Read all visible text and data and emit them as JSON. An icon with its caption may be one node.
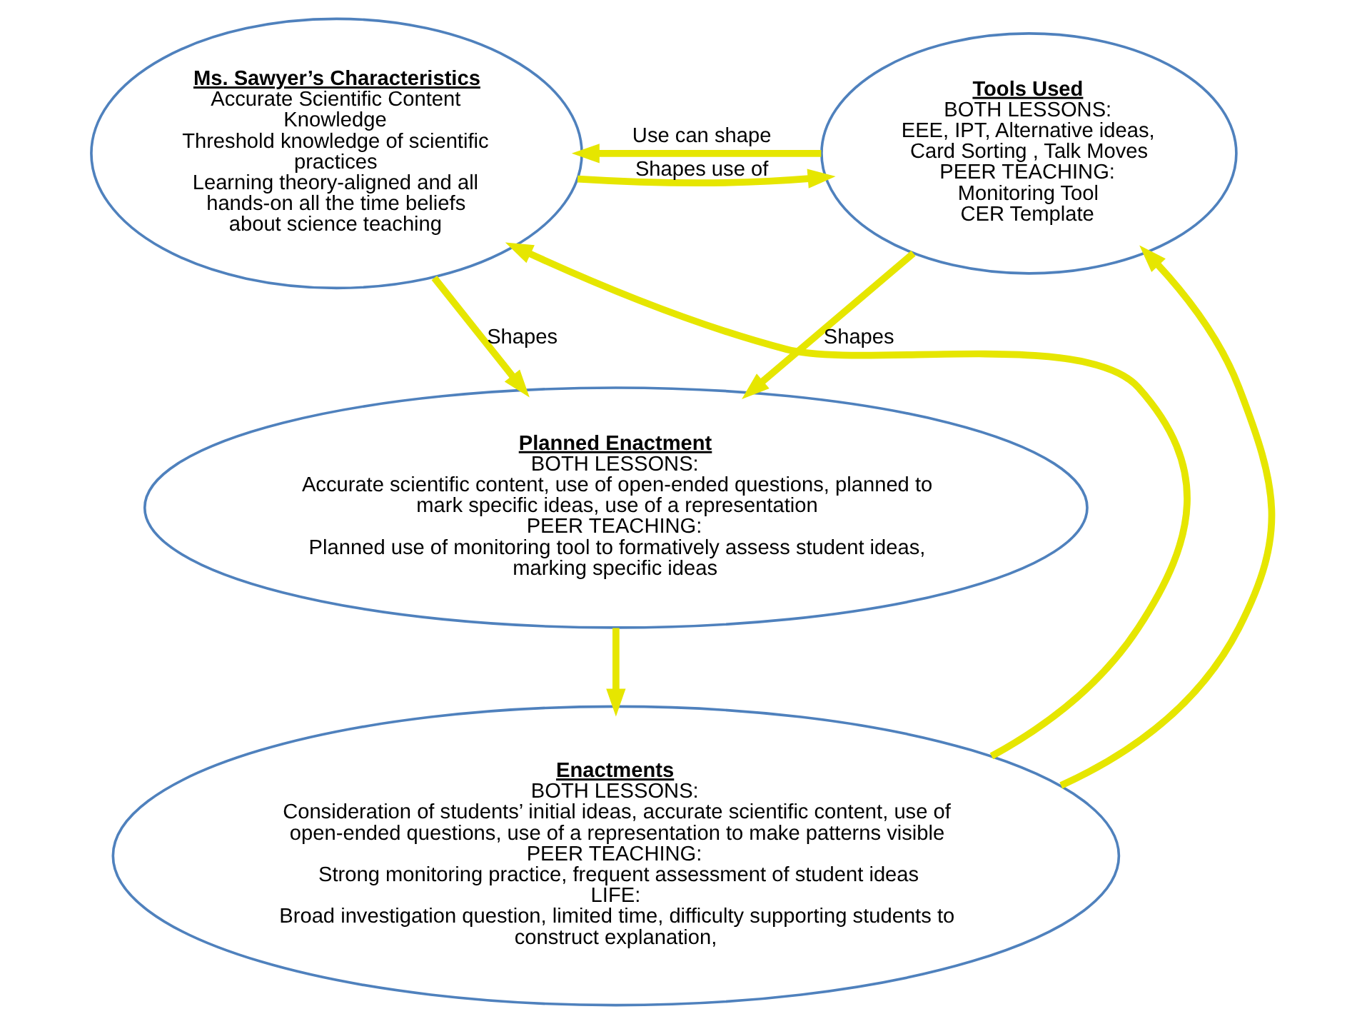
{
  "diagram": {
    "nodes": [
      {
        "text": [
          "Ms. Sawyer’s Characteristics",
          "Accurate Scientific Content Knowledge",
          "Threshold knowledge of scientific practices",
          "Learning theory-aligned and all hands-on all the time beliefs about science teaching"
        ]
      },
      {
        "text": [
          "Tools Used",
          "BOTH LESSONS:",
          "EEE, IPT, Alternative ideas, Card Sorting , Talk Moves",
          "PEER TEACHING:",
          "Monitoring Tool",
          "CER Template"
        ]
      },
      {
        "text": [
          "Planned Enactment",
          "BOTH LESSONS:",
          "Accurate scientific content, use of open-ended questions, planned to mark specific ideas, use of a representation",
          "PEER TEACHING:",
          "Planned use of monitoring tool to formatively assess student ideas, marking specific ideas"
        ]
      },
      {
        "text": [
          "Enactments",
          "BOTH LESSONS:",
          "Consideration of students’ initial ideas, accurate scientific content, use of open-ended questions, use of a representation to make patterns visible",
          "PEER TEACHING:",
          "Strong monitoring practice, frequent assessment of student ideas",
          "LIFE:",
          "Broad investigation question, limited time, difficulty supporting students to construct explanation,"
        ]
      }
    ],
    "edges": [
      {
        "from": 0,
        "to": 1,
        "arrow": "to",
        "label": "Shapes use of"
      },
      {
        "from": 1,
        "to": 0,
        "arrow": "to",
        "label": "Use can shape"
      },
      {
        "from": 0,
        "to": 2,
        "arrow": "to",
        "label": "Shapes"
      },
      {
        "from": 1,
        "to": 2,
        "arrow": "to",
        "label": "Shapes"
      },
      {
        "from": 2,
        "to": 3,
        "arrow": "to"
      },
      {
        "from": 3,
        "to": 0,
        "arrow": "to"
      },
      {
        "from": 3,
        "to": 1,
        "arrow": "to"
      }
    ]
  }
}
